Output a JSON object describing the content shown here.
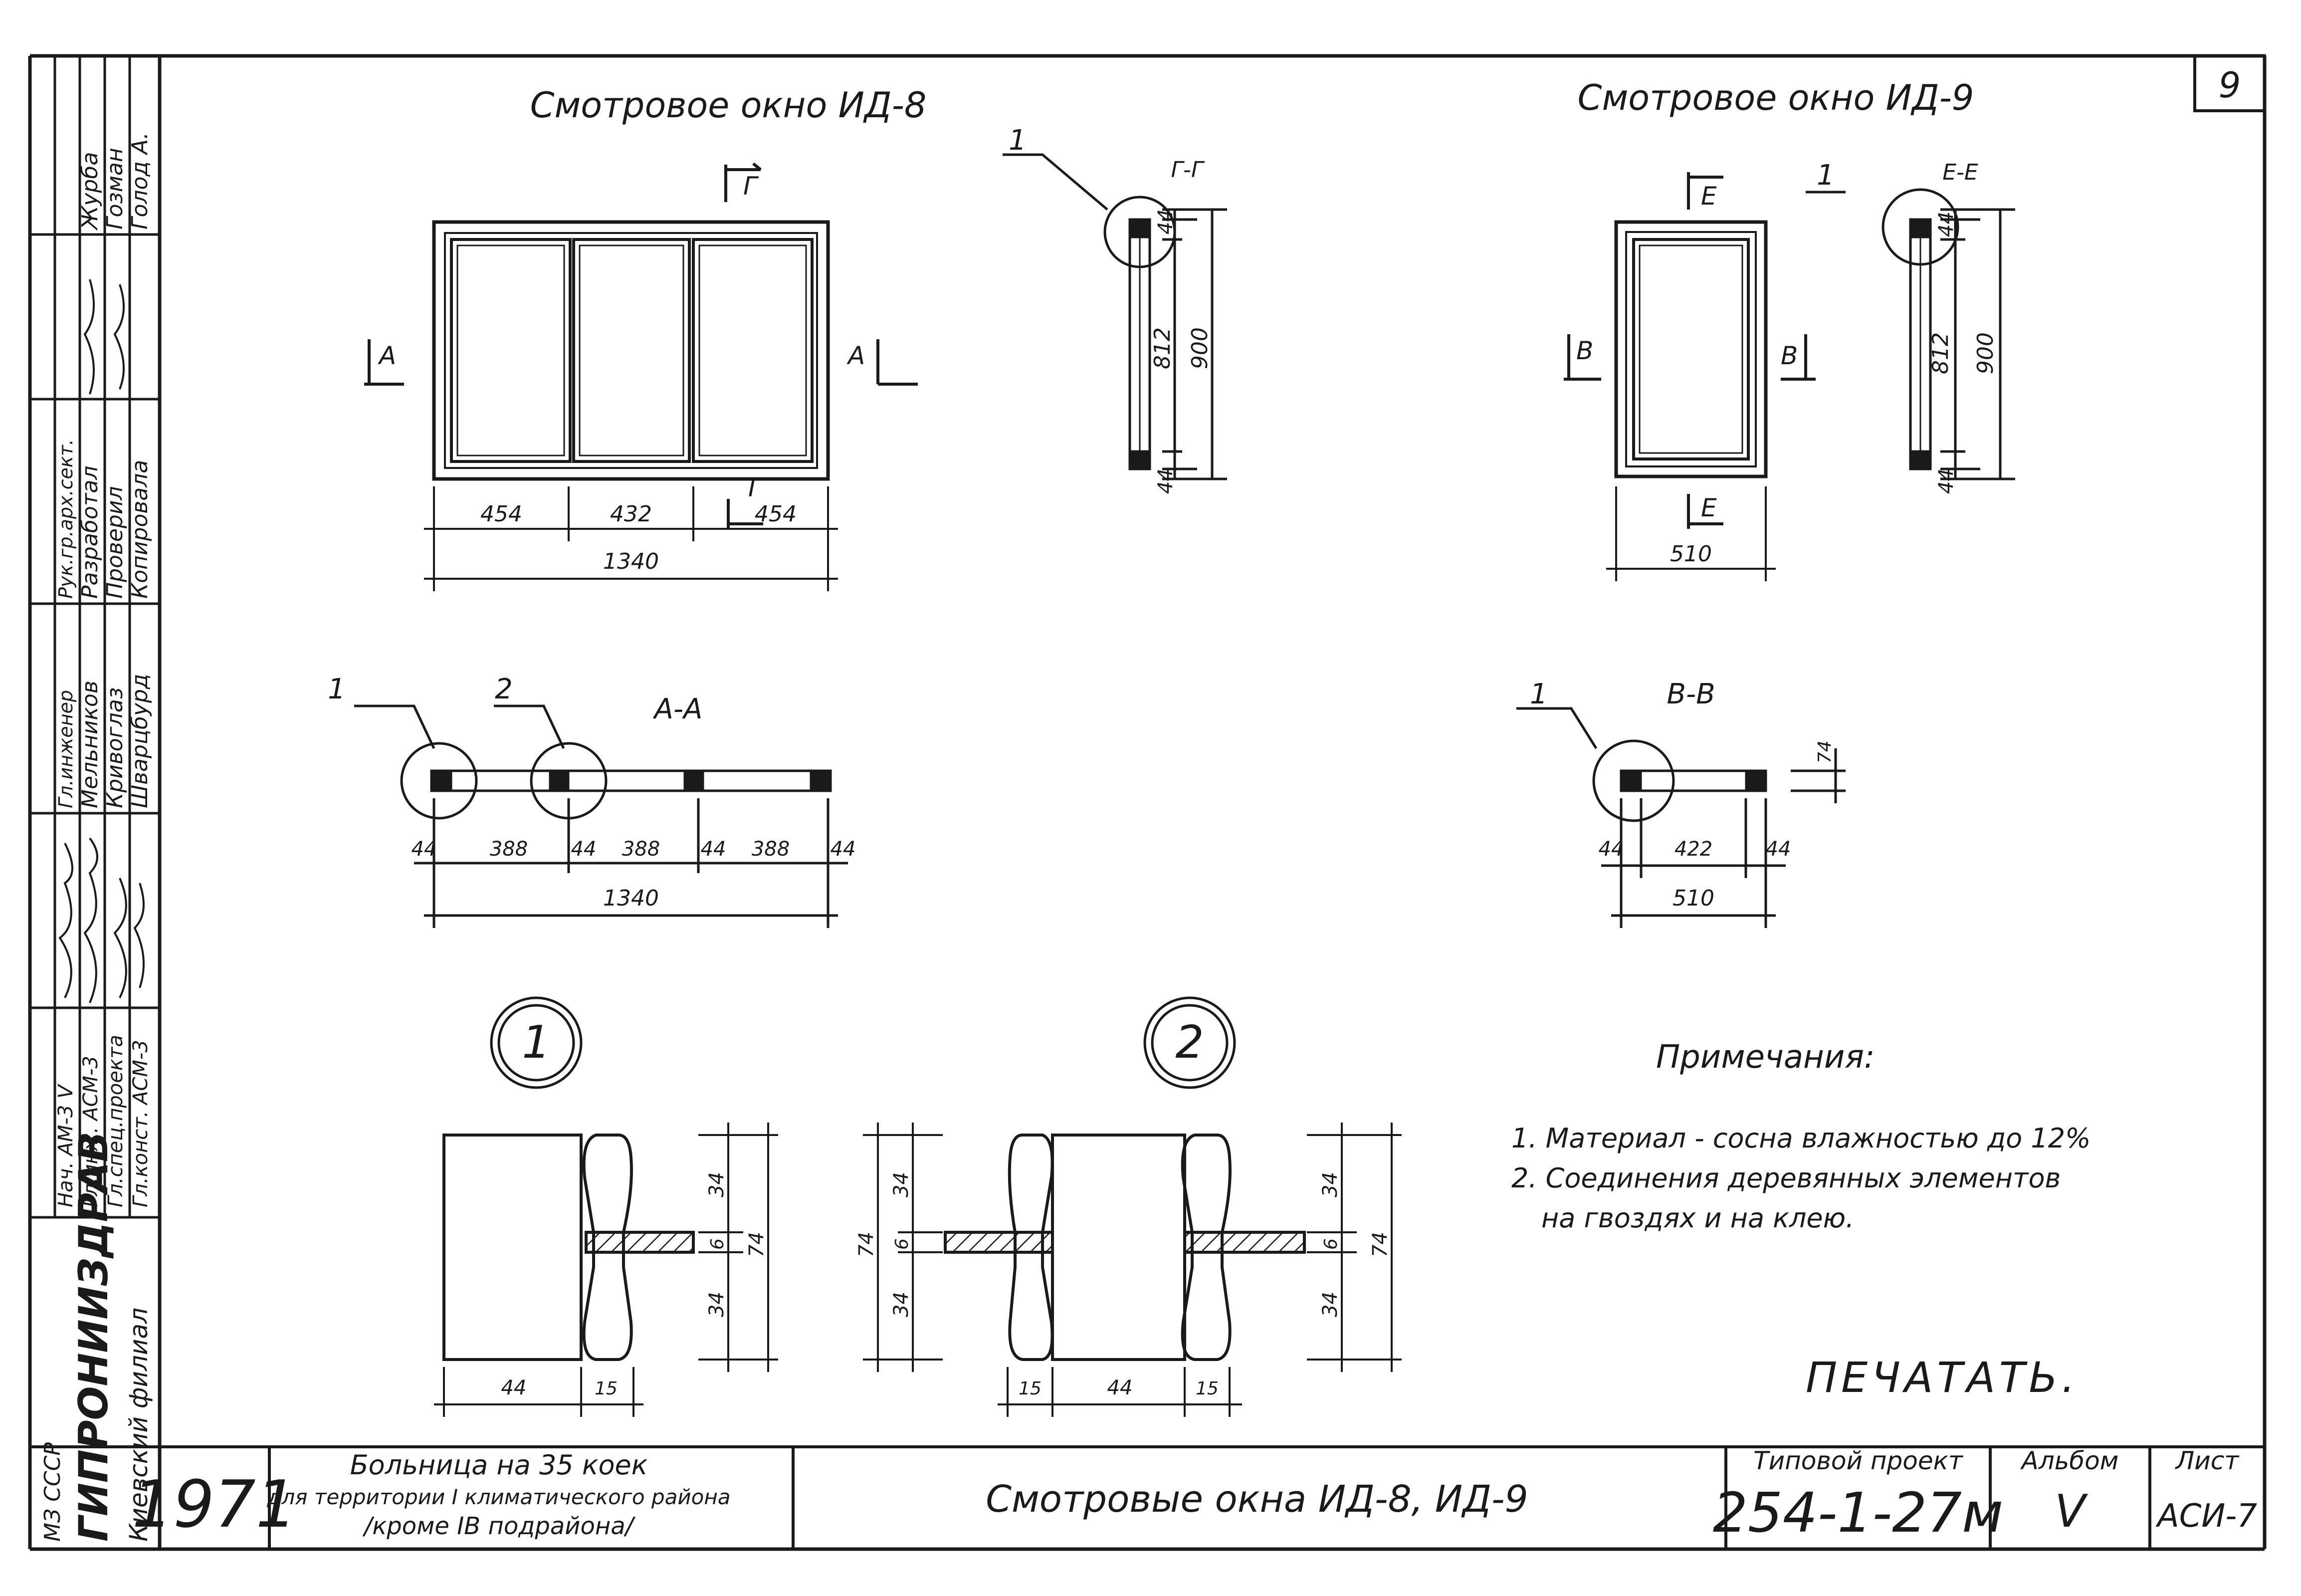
{
  "sheet_number": "9",
  "view_id8": {
    "title": "Смотровое окно ИД-8",
    "section_mark_g": "Г",
    "section_mark_a": "А",
    "dims": [
      "454",
      "432",
      "454"
    ],
    "overall": "1340"
  },
  "section_gg": {
    "title": "Г-Г",
    "callout": "1",
    "dims": [
      "44",
      "812",
      "900",
      "44"
    ]
  },
  "view_id9": {
    "title": "Смотровое окно ИД-9",
    "section_mark_e": "Е",
    "section_mark_v": "В",
    "overall": "510"
  },
  "section_ee": {
    "title": "Е-Е",
    "callout": "1",
    "dims": [
      "44",
      "812",
      "900",
      "44"
    ]
  },
  "section_aa": {
    "title": "А-А",
    "callouts": [
      "1",
      "2"
    ],
    "dims": [
      "44",
      "388",
      "44",
      "388",
      "44",
      "388",
      "44"
    ],
    "overall": "1340"
  },
  "section_vv": {
    "title": "В-В",
    "callout": "1",
    "dims": [
      "44",
      "422",
      "44"
    ],
    "overall": "510",
    "thickness": "74"
  },
  "detail1": {
    "label": "1",
    "dims_right": [
      "34",
      "6",
      "34",
      "74"
    ],
    "dims_bottom": [
      "44",
      "15"
    ]
  },
  "detail2": {
    "label": "2",
    "dims_left": [
      "34",
      "6",
      "34",
      "74"
    ],
    "dims_right": [
      "34",
      "6",
      "34",
      "74"
    ],
    "dims_bottom": [
      "15",
      "44",
      "15"
    ]
  },
  "notes": {
    "heading": "Примечания:",
    "items": [
      "1. Материал - сосна влажностью до 12%",
      "2. Соединения деревянных элементов",
      "на гвоздях и на клею."
    ]
  },
  "stamp_print": "ПЕЧАТАТЬ.",
  "title_block": {
    "org_line1": "МЗ СССР",
    "org_line2": "ГИПРОНИИЗДРАВ",
    "org_line3": "Киевский филиал",
    "year": "1971",
    "project_line1": "Больница на 35 коек",
    "project_line2": "для территории I климатического района",
    "project_line3": "/кроме IВ подрайона/",
    "sheet_title": "Смотровые окна ИД-8, ИД-9",
    "typical_project_label": "Типовой проект",
    "typical_project_value": "254-1-27м",
    "album_label": "Альбом",
    "album_value": "V",
    "sheet_label": "Лист",
    "sheet_value": "АСИ-7"
  },
  "side_block": {
    "roles": [
      "Нач. АМ-3 V",
      "Гл.инж. АСМ-3",
      "Гл.спец.проекта",
      "Гл.конст. АСМ-3"
    ],
    "col_labels": [
      "Гл.инженер",
      "Рук.гр.арх.сект."
    ],
    "names_col1": [
      "Мельников",
      "Кривоглаз",
      "Шварцбурд"
    ],
    "names_col2": [
      "Разработал",
      "Проверил",
      "Копировала"
    ],
    "names_col3": [
      "Журба",
      "Гозман",
      "Голод А."
    ]
  }
}
